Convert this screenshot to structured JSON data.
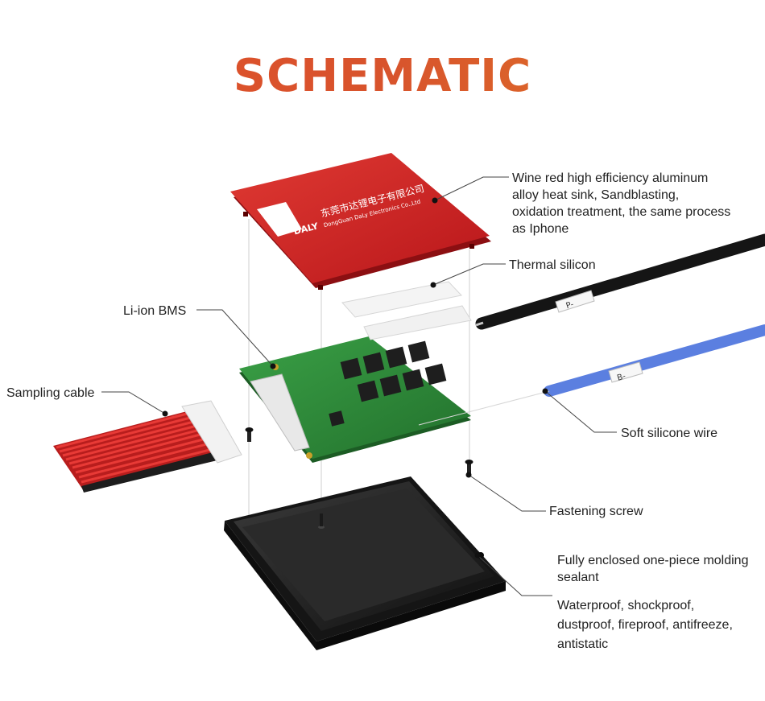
{
  "title": "SCHEMATIC",
  "colors": {
    "title_start": "#e0502a",
    "title_end": "#e07a28",
    "heat_sink": "#c9201d",
    "pcb": "#2f8a3a",
    "enclosure": "#222222",
    "soft_wire": "#5b7fe0",
    "cable_black": "#1a1a1a",
    "sampling_wire": "#d42a2a"
  },
  "heat_sink": {
    "logo_text": "DALY",
    "chinese_text": "东莞市达锂电子有限公司",
    "english_text": "DongGuan DaLy Electronics Co.,Ltd"
  },
  "wire_tags": {
    "black_wire": "P-",
    "blue_wire": "B-"
  },
  "callouts": {
    "heat_sink": "Wine red high efficiency aluminum\nalloy heat sink,   Sandblasting,\noxidation treatment, the same process\nas Iphone",
    "thermal_silicon": "Thermal silicon",
    "li_ion_bms": "Li-ion BMS",
    "sampling_cable": "Sampling cable",
    "soft_silicone_wire": "Soft silicone wire",
    "fastening_screw": "Fastening screw",
    "enclosure": "Fully enclosed one-piece molding\nsealant",
    "protection": "Waterproof, shockproof,\ndustproof, fireproof, antifreeze,\nantistatic"
  }
}
